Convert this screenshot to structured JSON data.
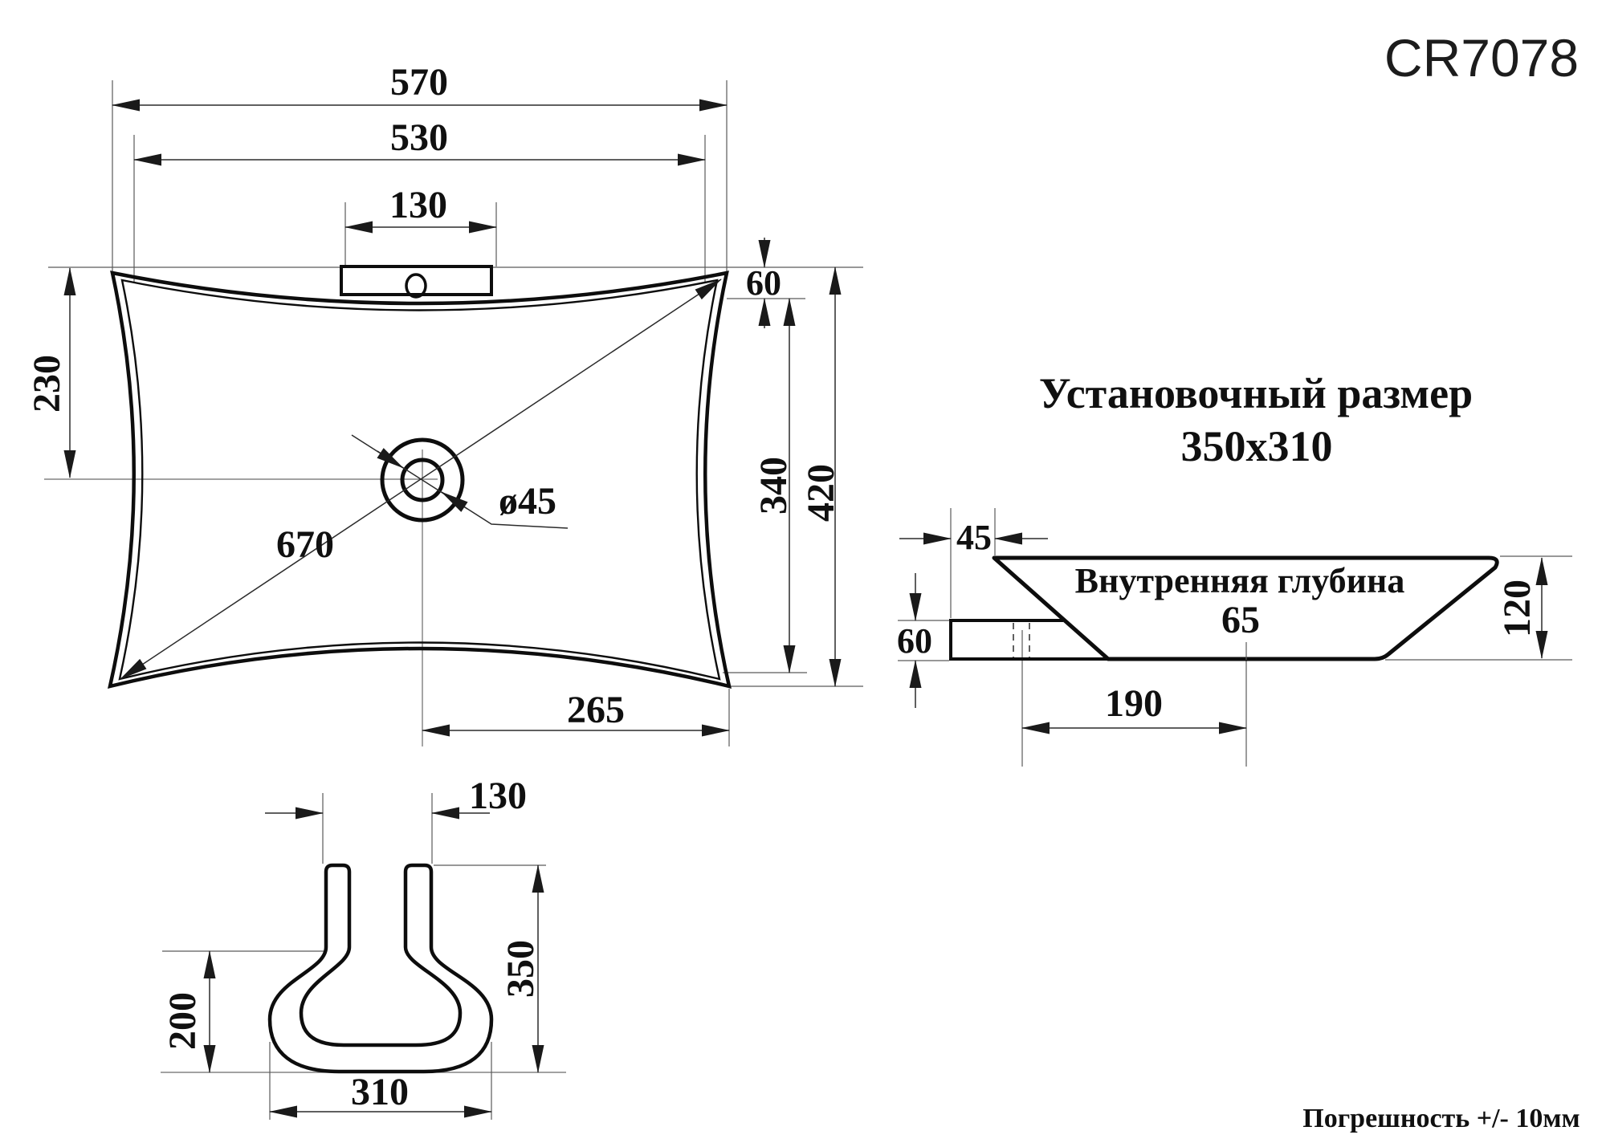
{
  "header": {
    "model": "CR7078"
  },
  "footer": {
    "tolerance": "Погрешность +/- 10мм"
  },
  "plan_view": {
    "dim_width_overall": "570",
    "dim_width_rim": "530",
    "dim_faucet_platform": "130",
    "dim_top_to_center": "230",
    "dim_diagonal": "670",
    "dim_drain_diameter": "ø45",
    "dim_rim_drop": "60",
    "dim_length_inner": "340",
    "dim_length_overall": "420",
    "dim_drain_offset": "265"
  },
  "side_view": {
    "title_line1": "Установочный размер",
    "title_line2": "350x310",
    "depth_label": "Внутренняя глубина",
    "depth_value": "65",
    "dim_rim_overhang": "45",
    "dim_ledge_height": "60",
    "dim_total_height": "120",
    "dim_drain_offset": "190"
  },
  "section_view": {
    "dim_top_gap": "130",
    "dim_total_height": "350",
    "dim_bulb_height": "200",
    "dim_bottom_width": "310"
  }
}
